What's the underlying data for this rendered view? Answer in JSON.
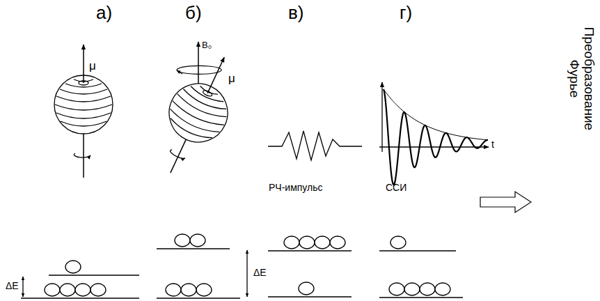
{
  "diagram": {
    "labels": [
      "а)",
      "б)",
      "в)",
      "г)",
      "μ",
      "B₀",
      "μ",
      "РЧ-импульс",
      "ССИ",
      "t",
      "ΔE",
      "ΔE",
      "Преобразование Фурье"
    ]
  }
}
